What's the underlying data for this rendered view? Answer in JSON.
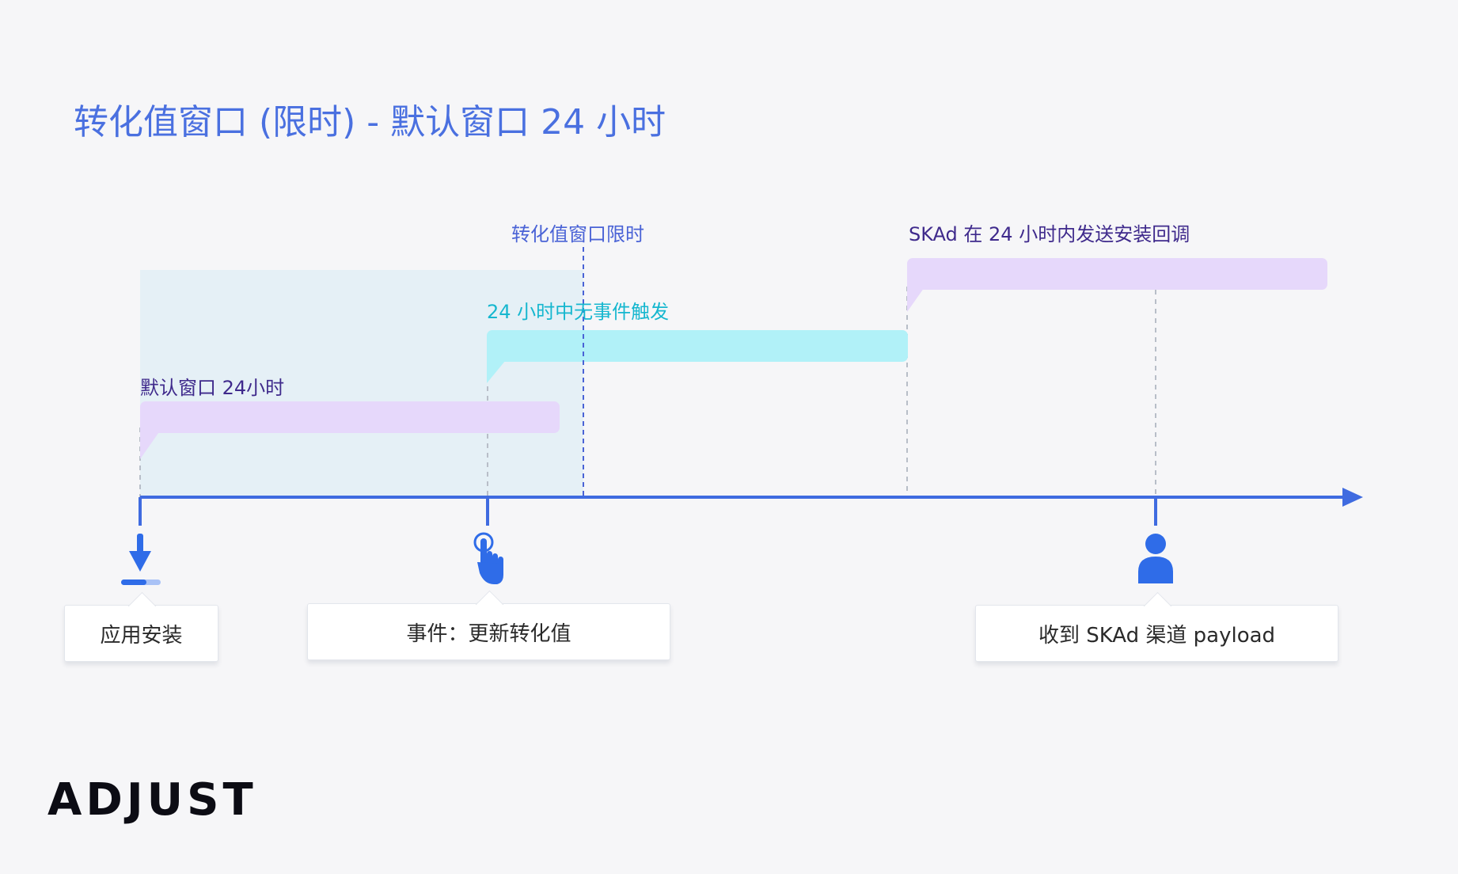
{
  "title": "转化值窗口 (限时) - 默认窗口 24 小时",
  "labels": {
    "cv_window": "转化值窗口限时",
    "skad_callback": "SKAd 在 24 小时内发送安装回调",
    "no_event": "24 小时中无事件触发",
    "default_window": "默认窗口 24小时"
  },
  "events": {
    "install": "应用安装",
    "update": "事件：更新转化值",
    "payload": "收到 SKAd 渠道 payload"
  },
  "icons": {
    "install": "download-icon",
    "update": "tap-hand-icon",
    "payload": "user-icon"
  },
  "brand": "ADJUST",
  "colors": {
    "title": "#4a70e0",
    "axis": "#3f6be0",
    "purple_bar": "#e6d8fb",
    "cyan_bar": "#b1f1f8",
    "window_area": "#e5f0f6"
  }
}
